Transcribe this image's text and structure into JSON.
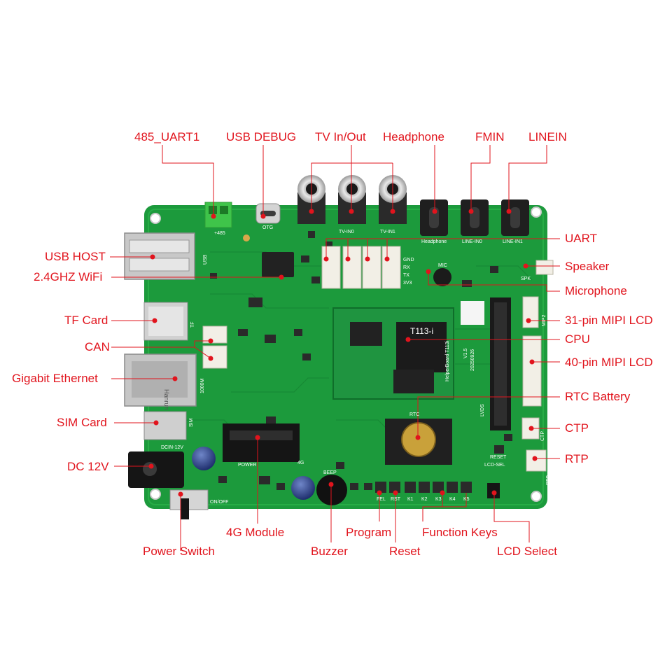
{
  "colors": {
    "label": "#e1141d",
    "board": "#1c9a3c",
    "board_dark": "#137a2c",
    "chip": "#1b1b1b",
    "connector_white": "#f2efe6",
    "terminal_green": "#3fc44a",
    "metal": "#c9c9c9"
  },
  "labels": {
    "uart485": "485_UART1",
    "usb_debug": "USB DEBUG",
    "tv_in_out": "TV In/Out",
    "headphone": "Headphone",
    "fmin": "FMIN",
    "linein": "LINEIN",
    "usb_host": "USB HOST",
    "wifi": "2.4GHZ WiFi",
    "tf_card": "TF Card",
    "can": "CAN",
    "gigabit_ethernet": "Gigabit Ethernet",
    "sim_card": "SIM Card",
    "dc_12v": "DC 12V",
    "power_switch": "Power Switch",
    "module_4g": "4G Module",
    "buzzer": "Buzzer",
    "program": "Program",
    "reset": "Reset",
    "function_keys": "Function Keys",
    "lcd_select": "LCD Select",
    "uart": "UART",
    "speaker": "Speaker",
    "microphone": "Microphone",
    "mipi31": "31-pin MIPI LCD",
    "cpu": "CPU",
    "mipi40": "40-pin MIPI LCD",
    "rtc_battery": "RTC Battery",
    "ctp": "CTP",
    "rtp": "RTP"
  },
  "silkscreen": {
    "otg": "OTG",
    "headphone": "Headphone",
    "line_in0": "LINE-IN0",
    "line_in1": "LINE-IN1",
    "tv_in0": "TV-IN0",
    "tv_in1": "TV-IN1",
    "gnd": "GND",
    "rx": "RX",
    "tx": "TX",
    "v33": "3V3",
    "mic": "MIC",
    "spk": "SPK",
    "cpu_model": "T113-i",
    "board_name": "HelperBoard T113i",
    "version": "V1.5",
    "date": "20250926",
    "rtc": "RTC",
    "lvds": "LVDS",
    "reset": "RESET",
    "lcd_sel": "LCD-SEL",
    "fel": "FEL",
    "rst": "RST",
    "k1": "K1",
    "k2": "K2",
    "k3": "K3",
    "k4": "K4",
    "k5": "K5",
    "dcin": "DCIN-12V",
    "onoff": "ON/OFF",
    "plus485": "+485",
    "usb": "USB",
    "tf": "TF",
    "sim": "SIM",
    "eth_1000m": "1000M",
    "eth_jack": "Hanrun",
    "mip2": "MIP2",
    "ctp": "CTP",
    "rtp": "RTP",
    "m4g": "4G",
    "beep": "BEEP",
    "power": "POWER"
  }
}
